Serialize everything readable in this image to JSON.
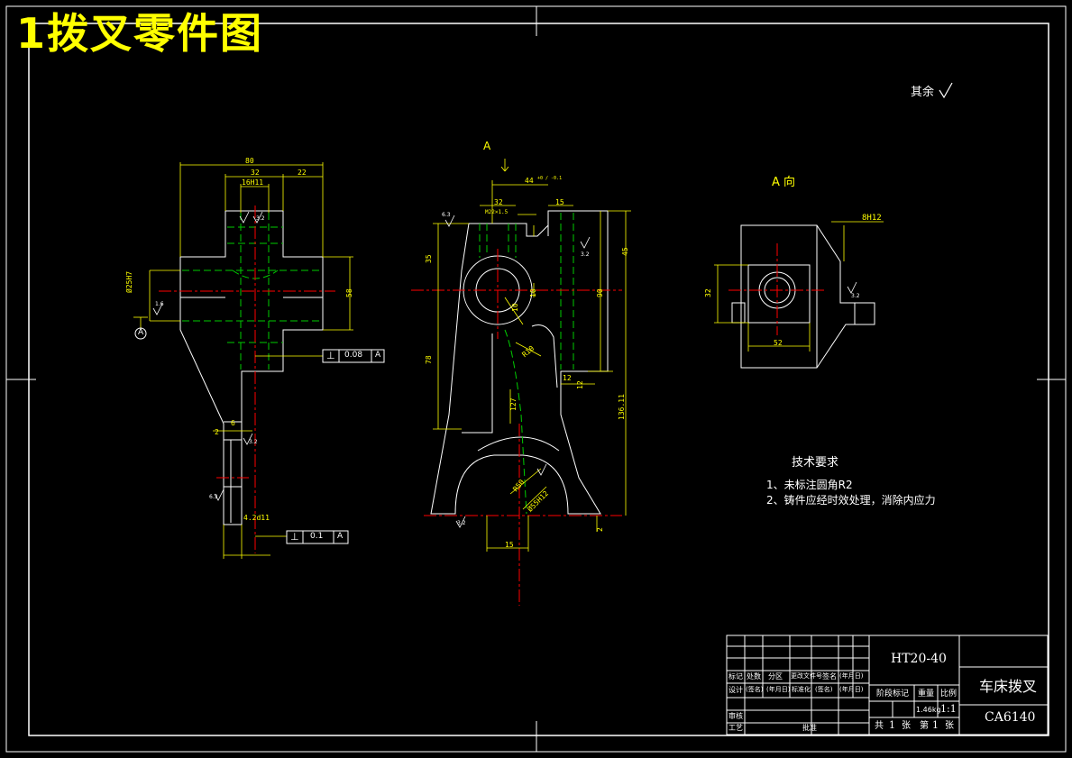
{
  "header": {
    "title": "1拨叉零件图"
  },
  "roughness_note": "其余",
  "view_labels": {
    "a_arrow": "A",
    "a_view": "A 向",
    "datum_a": "A"
  },
  "dimensions": {
    "left": {
      "d80": "80",
      "d32": "32",
      "d22": "22",
      "d16h11": "16H11",
      "dia25h7": "Ø25H7",
      "d58": "58",
      "d6": "6",
      "d2": "2",
      "d4_2d11": "4.2d11",
      "ra_1": "1.6",
      "ra_2": "3.2",
      "ra_3": "3.2",
      "ra_4": "6.3"
    },
    "middle": {
      "d44": "44",
      "d44_tol": "+0 / -0.1",
      "d32": "32",
      "m22": "M22×1.5",
      "d15": "15",
      "d45": "45",
      "d90": "90",
      "d35": "35",
      "d78": "78",
      "d10": "10",
      "r10": "R10",
      "d10b": "10",
      "d127": "127",
      "d12": "12",
      "d12b": "12",
      "d136": "136.11",
      "r50": "R50",
      "r55": "Ø55H12",
      "d15b": "15",
      "d2": "2",
      "ra_1": "6.3",
      "ra_2": "3.2",
      "ra_3": "3.2"
    },
    "right": {
      "d8h12": "8H12",
      "d32": "32",
      "d52": "52",
      "ra_1": "3.2"
    }
  },
  "tolerance_frames": [
    {
      "symbol": "⊥",
      "value": "0.08",
      "datum": "A"
    },
    {
      "symbol": "⊥",
      "value": "0.1",
      "datum": "A"
    }
  ],
  "tech_requirements": {
    "heading": "技术要求",
    "items": [
      "1、未标注圆角R2",
      "2、铸件应经时效处理，消除内应力"
    ]
  },
  "title_block": {
    "material": "HT20-40",
    "part_name": "车床拨叉",
    "drawing_no": "CA6140",
    "header_labels": [
      "标记",
      "处数",
      "分区",
      "更改文件号",
      "签名",
      "(年月日)"
    ],
    "row_design": [
      "设计",
      "(签名)",
      "(年月日)",
      "标准化",
      "(签名)",
      "(年月日)"
    ],
    "row_check": "审核",
    "row_process": "工艺",
    "approve": "批准",
    "stage_label": "阶段标记",
    "weight_label": "重量",
    "scale_label": "比例",
    "weight": "1.46kg",
    "scale": "1:1",
    "sheets_total_label": "共",
    "sheets_total": "1",
    "sheet_unit": "张",
    "sheet_no_label": "第",
    "sheet_no": "1"
  },
  "colors": {
    "background": "#000000",
    "outline": "#ffffff",
    "dimension": "#ffff00",
    "centerline": "#ff0000",
    "hidden": "#00cc00",
    "title": "#ffff00"
  }
}
